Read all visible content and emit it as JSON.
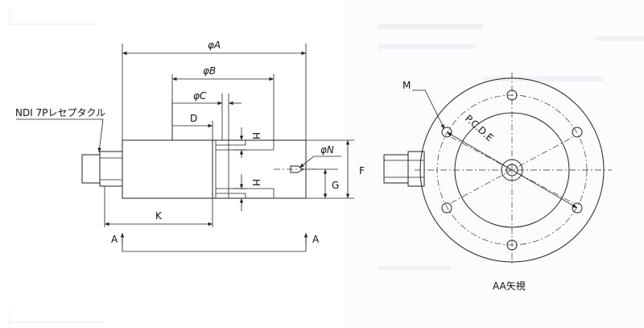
{
  "labels": {
    "dia_a": "φA",
    "dia_b": "φB",
    "dia_c": "φC",
    "dim_d": "D",
    "dim_h_top": "H",
    "dim_h_bottom": "H",
    "dia_n": "φN",
    "dim_f": "F",
    "dim_g": "G",
    "dim_k": "K",
    "connector": "NDI 7Pレセプタクル",
    "section_left": "A",
    "section_right": "A",
    "dim_m": "M",
    "pcd": "P.C.D.E",
    "view_title": "AA矢視"
  }
}
